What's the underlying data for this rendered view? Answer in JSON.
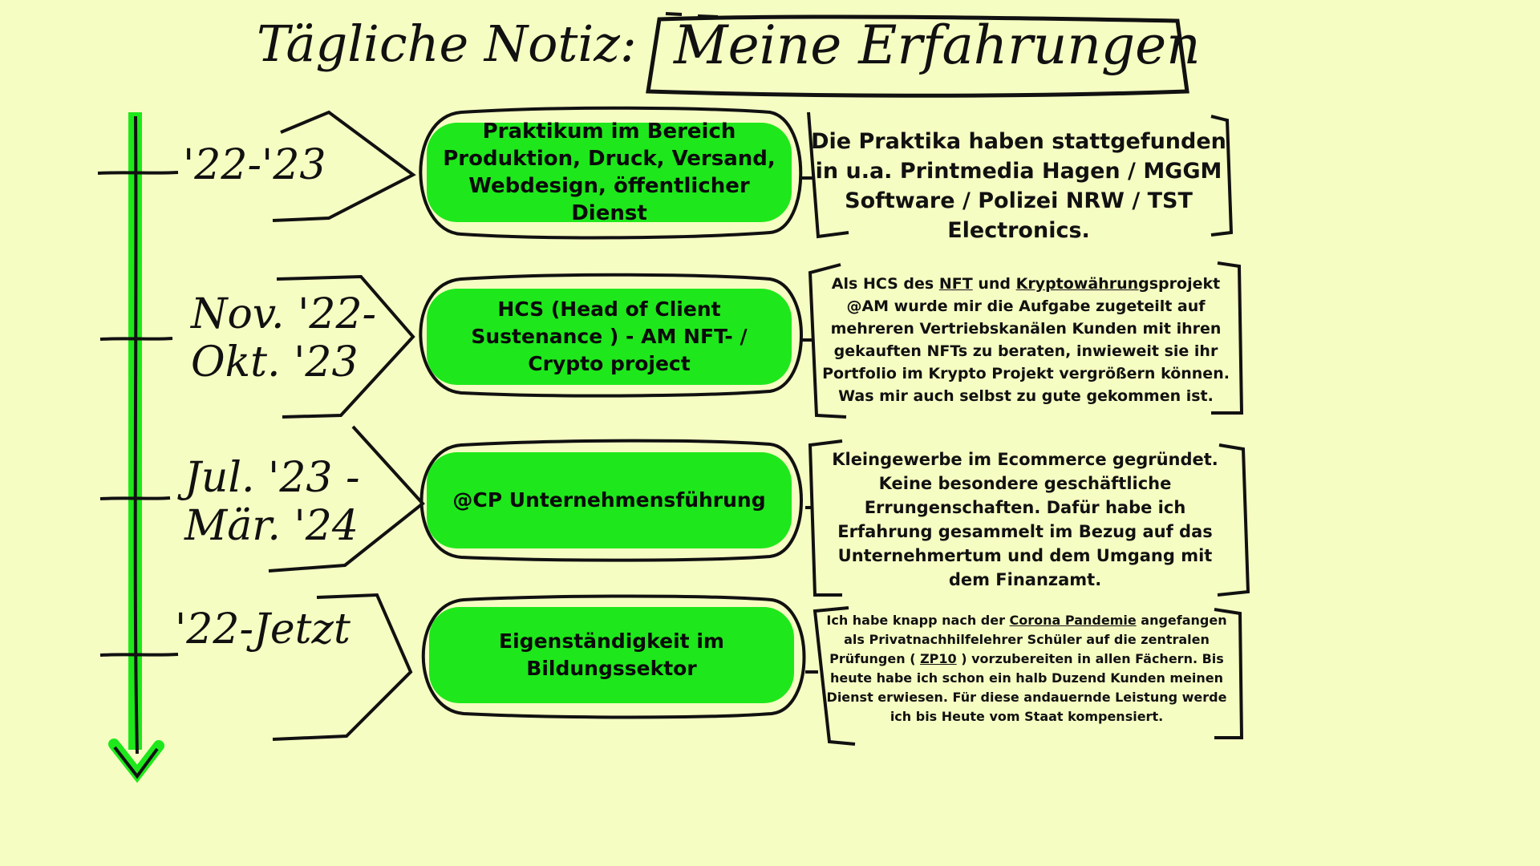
{
  "title": {
    "left": "Tägliche Notiz:",
    "right": "Meine Erfahrungen"
  },
  "colors": {
    "background": "#f6fdc2",
    "accent_green": "#1ee81b",
    "ink": "#111111"
  },
  "entries": [
    {
      "date_line1": "'22-'23",
      "date_line2": "",
      "role": "Praktikum im Bereich Produktion, Druck, Versand, Webdesign, öffentlicher Dienst",
      "desc": [
        {
          "text": "Die Praktika haben stattgefunden in u.a. Printmedia Hagen / MGGM Software / Polizei NRW / TST Electronics.",
          "u": false
        }
      ]
    },
    {
      "date_line1": "Nov. '22-",
      "date_line2": "Okt. '23",
      "role": "HCS (Head of Client Sustenance ) - AM NFT- / Crypto project",
      "desc": [
        {
          "text": "Als HCS des ",
          "u": false
        },
        {
          "text": "NFT",
          "u": true
        },
        {
          "text": " und ",
          "u": false
        },
        {
          "text": "Kryptowährung",
          "u": true
        },
        {
          "text": "sprojekt @AM wurde mir die Aufgabe zugeteilt auf mehreren Vertriebskanälen Kunden mit ihren gekauften NFTs zu beraten, inwieweit sie ihr Portfolio im Krypto Projekt vergrößern können. Was mir auch selbst zu gute gekommen ist.",
          "u": false
        }
      ]
    },
    {
      "date_line1": "Jul. '23 -",
      "date_line2": "Mär. '24",
      "role": "@CP Unternehmensführung",
      "desc": [
        {
          "text": "Kleingewerbe im Ecommerce gegründet. Keine besondere geschäftliche Errungenschaften. Dafür habe ich Erfahrung gesammelt im Bezug auf das Unternehmertum und dem Umgang mit dem Finanzamt.",
          "u": false
        }
      ]
    },
    {
      "date_line1": "'22-Jetzt",
      "date_line2": "",
      "role": "Eigenständigkeit im Bildungssektor",
      "desc": [
        {
          "text": "Ich habe knapp nach der ",
          "u": false
        },
        {
          "text": "Corona Pandemie",
          "u": true
        },
        {
          "text": " angefangen als Privatnachhilfelehrer Schüler auf die zentralen Prüfungen ( ",
          "u": false
        },
        {
          "text": "ZP10",
          "u": true
        },
        {
          "text": " ) vorzubereiten in allen Fächern. Bis heute habe ich schon ein halb Duzend Kunden meinen Dienst erwiesen. Für diese andauernde Leistung werde ich bis Heute vom Staat kompensiert.",
          "u": false
        }
      ]
    }
  ]
}
